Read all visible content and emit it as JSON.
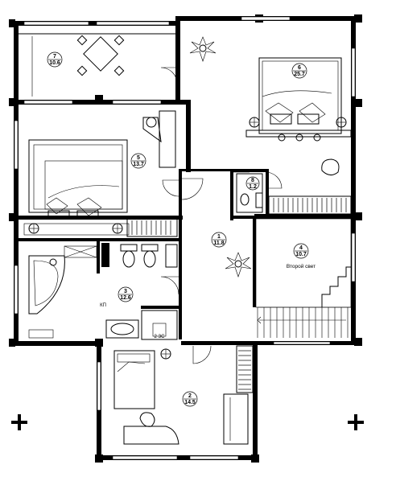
{
  "rooms": [
    {
      "number": "1",
      "area": "11.8"
    },
    {
      "number": "2",
      "area": "14.5"
    },
    {
      "number": "3",
      "area": "12.6"
    },
    {
      "number": "4",
      "area": "10.7"
    },
    {
      "number": "5",
      "area": "13.7"
    },
    {
      "number": "6",
      "area": "25.7"
    },
    {
      "number": "7",
      "area": "10.6"
    },
    {
      "number": "8",
      "area": "1.2"
    }
  ],
  "captions": {
    "second_light": "Второй свет",
    "bathroom_tag": "КП",
    "boiler_tag": "2 ЗС"
  }
}
